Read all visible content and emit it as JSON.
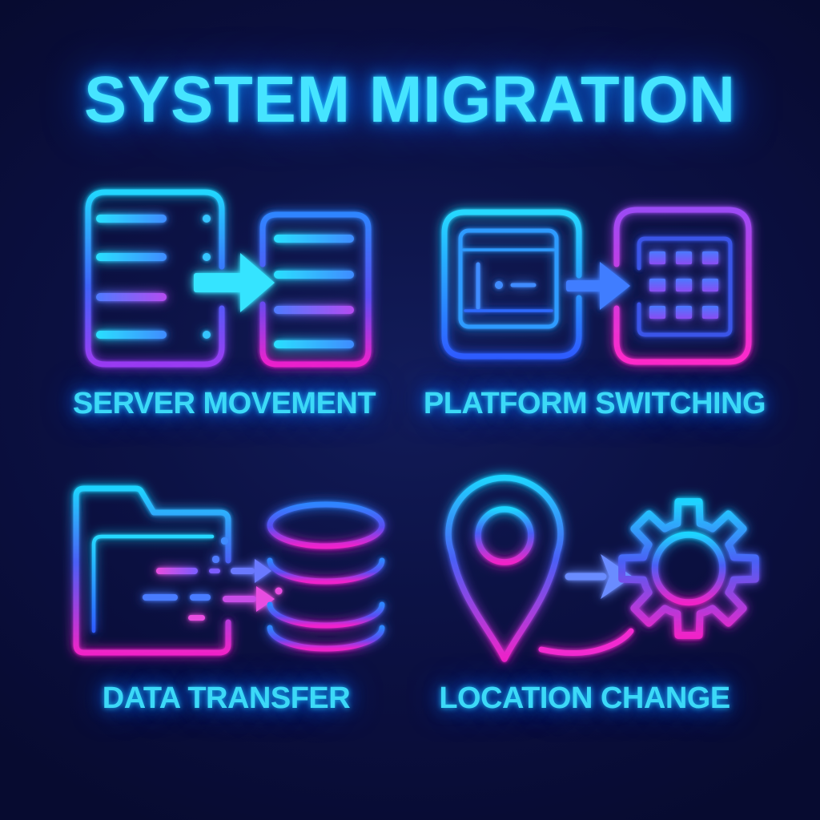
{
  "title": "SYSTEM MIGRATION",
  "sections": {
    "server_movement": {
      "label": "SERVER MOVEMENT",
      "icons": [
        "server-source-icon",
        "transfer-arrow-icon",
        "server-target-icon"
      ],
      "arrow_direction": "right"
    },
    "platform_switching": {
      "label": "PLATFORM SWITCHING",
      "icons": [
        "platform-window-icon",
        "transfer-arrow-icon",
        "app-grid-icon"
      ],
      "arrow_direction": "right"
    },
    "data_transfer": {
      "label": "DATA TRANSFER",
      "icons": [
        "folder-icon",
        "data-stream-arrows-icon",
        "database-icon"
      ],
      "arrow_direction": "right"
    },
    "location_change": {
      "label": "LOCATION CHANGE",
      "icons": [
        "map-pin-icon",
        "transfer-arrow-icon",
        "gear-icon"
      ],
      "arrow_direction": "right"
    }
  },
  "colors": {
    "background": "#0a0e3c",
    "background_center_glow": "#121c5a",
    "title_text": "#46e4ff",
    "label_text": "#3cd9f7",
    "neon_cyan": "#22d7ff",
    "neon_blue": "#2f6bff",
    "neon_purple": "#8a3cf0",
    "neon_magenta": "#f226cf",
    "solid_arrow_cyan": "#35e4ff",
    "solid_arrow_blue": "#3f7dff"
  },
  "style": "neon outline infographic, 2x2 grid of labeled concept icons"
}
